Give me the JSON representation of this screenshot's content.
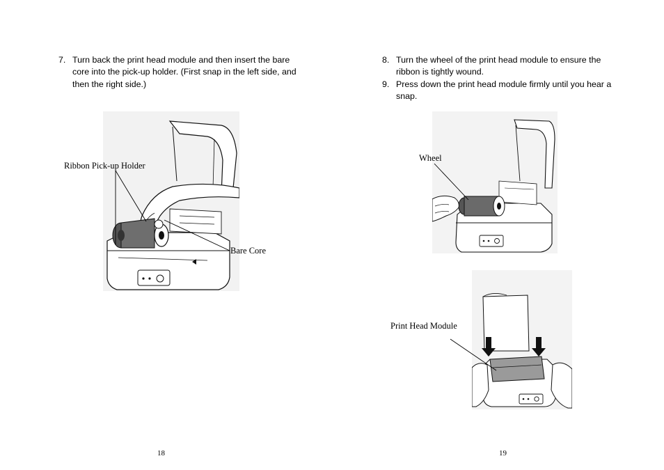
{
  "left_page": {
    "step": {
      "number": "7.",
      "lines": [
        "Turn back the print head module and then insert the bare",
        "core into the pick-up holder. (First snap in the left side, and",
        "then the right side.)"
      ]
    },
    "figure": {
      "callouts": {
        "ribbon_holder": "Ribbon Pick-up Holder",
        "bare_core": "Bare Core"
      }
    },
    "page_number": "18"
  },
  "right_page": {
    "steps": [
      {
        "number": "8.",
        "lines": [
          "Turn the wheel of the print head module to ensure the",
          "ribbon is tightly wound."
        ]
      },
      {
        "number": "9.",
        "lines": [
          "Press down the print head module firmly until you hear a",
          "snap."
        ]
      }
    ],
    "figure_wheel": {
      "callouts": {
        "wheel": "Wheel"
      }
    },
    "figure_head": {
      "callouts": {
        "print_head": "Print Head Module"
      }
    },
    "page_number": "19"
  }
}
